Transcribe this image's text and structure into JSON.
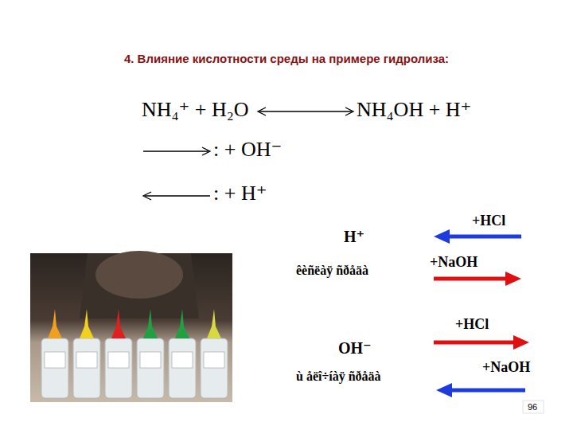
{
  "diagram": {
    "title": "4. Влияние кислотности среды на примере гидролиза:",
    "labels": [
      "NH₄⁺ + H₂O",
      "NH₄OH + H⁺",
      ": + OH⁻",
      ": + H⁺",
      "H⁺",
      "êèñëàÿ ñðåäà",
      "+HCl",
      "+NaOH",
      "+HCl",
      "OH⁻",
      "ù åëî÷íàÿ ñðåäà",
      "+NaOH",
      "96"
    ]
  }
}
